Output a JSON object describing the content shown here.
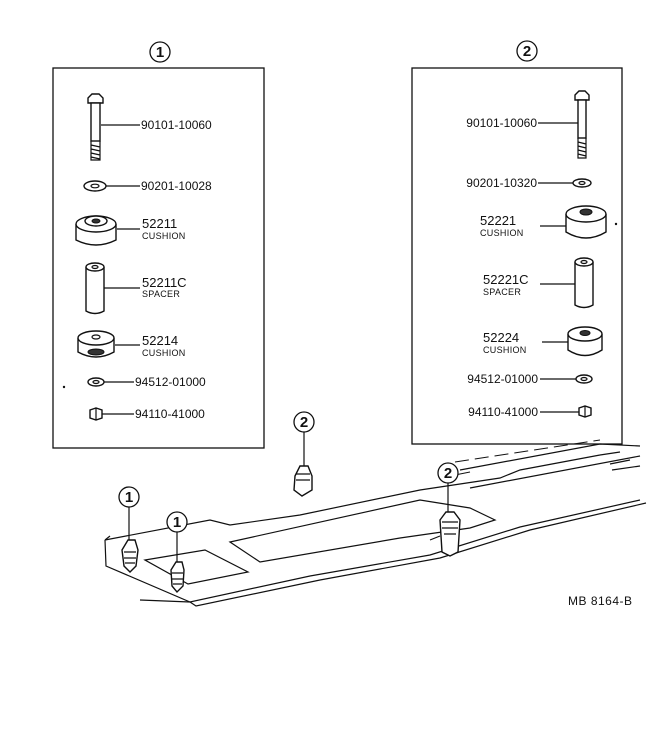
{
  "groups": [
    {
      "marker": "1",
      "parts": [
        {
          "number": "90101-10060",
          "description": ""
        },
        {
          "number": "90201-10028",
          "description": ""
        },
        {
          "number": "52211",
          "description": "CUSHION"
        },
        {
          "number": "52211C",
          "description": "SPACER"
        },
        {
          "number": "52214",
          "description": "CUSHION"
        },
        {
          "number": "94512-01000",
          "description": ""
        },
        {
          "number": "94110-41000",
          "description": ""
        }
      ]
    },
    {
      "marker": "2",
      "parts": [
        {
          "number": "90101-10060",
          "description": ""
        },
        {
          "number": "90201-10320",
          "description": ""
        },
        {
          "number": "52221",
          "description": "CUSHION"
        },
        {
          "number": "52221C",
          "description": "SPACER"
        },
        {
          "number": "52224",
          "description": "CUSHION"
        },
        {
          "number": "94512-01000",
          "description": ""
        },
        {
          "number": "94110-41000",
          "description": ""
        }
      ]
    }
  ],
  "frame_markers": [
    "1",
    "1",
    "2",
    "2"
  ],
  "reference_code": "MB 8164-B"
}
